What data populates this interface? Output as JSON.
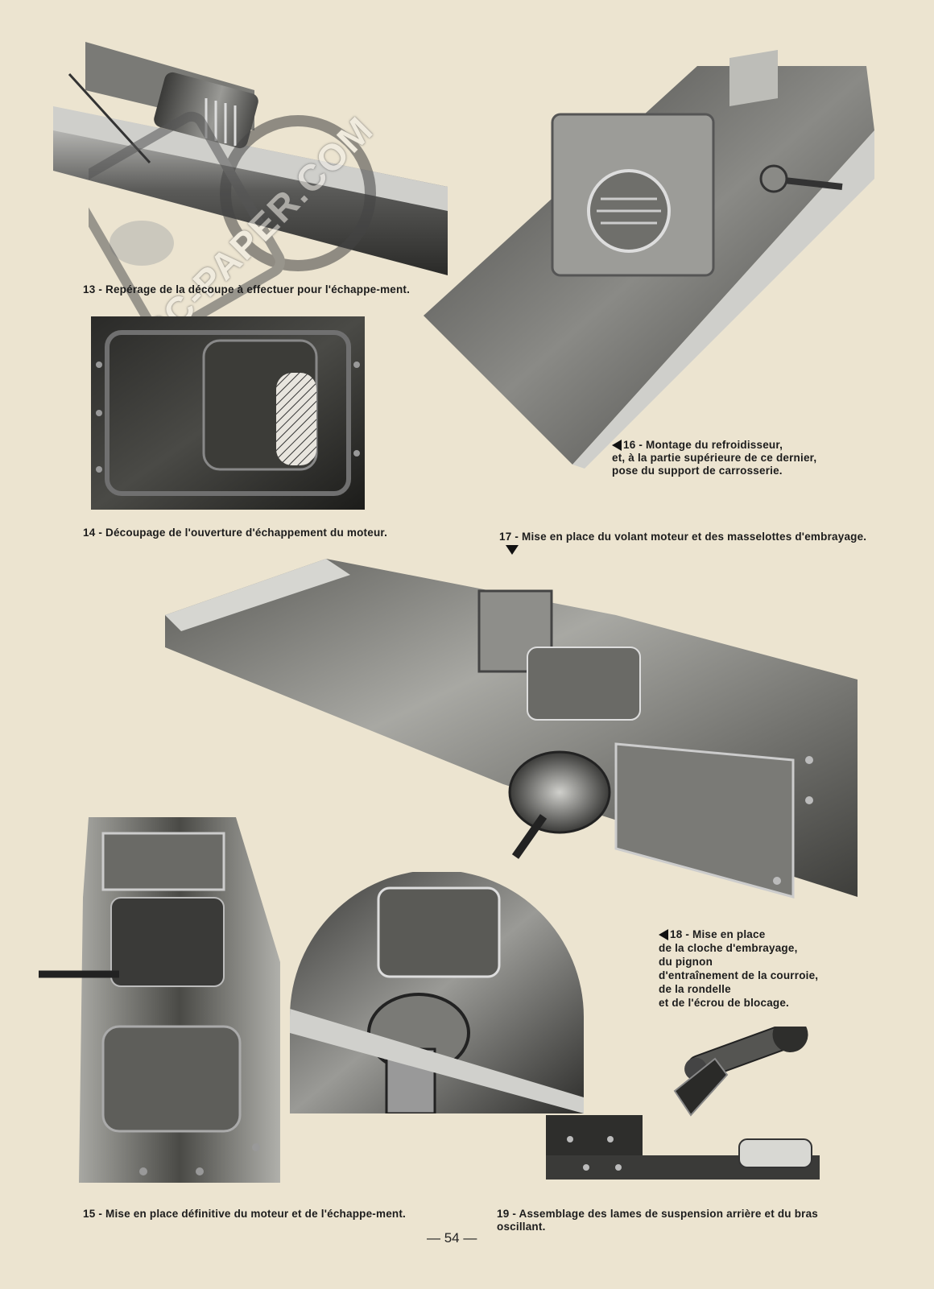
{
  "captions": {
    "c13": "13 - Repérage de la découpe à effectuer pour l'échappe-ment.",
    "c14": "14 - Découpage de l'ouverture d'échappement du moteur.",
    "c15": "15 - Mise en place définitive du moteur et de l'échappe-ment.",
    "c16_l1": "16 - Montage du refroidisseur,",
    "c16_l2": "et, à la partie supérieure de ce dernier,",
    "c16_l3": "pose du support de carrosserie.",
    "c17": "17 - Mise en place du volant moteur et des masselottes d'embrayage.",
    "c18_l1": "18 - Mise en place",
    "c18_l2": "de la cloche d'embrayage,",
    "c18_l3": "du pignon",
    "c18_l4": "d'entraînement de la courroie,",
    "c18_l5": "de la rondelle",
    "c18_l6": "et de l'écrou de blocage.",
    "c19": "19 - Assemblage des lames de suspension arrière et du bras oscillant."
  },
  "watermark": "RC-PAPER.COM",
  "page_number": "— 54 —",
  "icons": [
    "triangle-left-icon",
    "triangle-down-icon"
  ]
}
